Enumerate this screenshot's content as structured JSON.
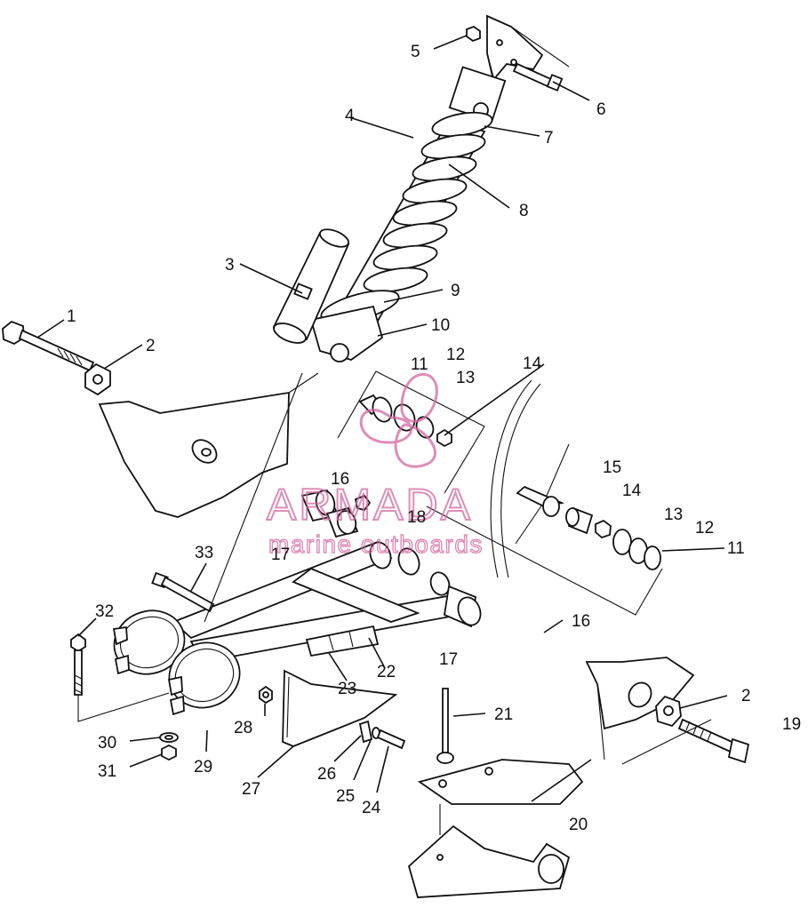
{
  "watermark": {
    "brand": "ARMADA",
    "tagline": "marine outboards",
    "color": "#d4679f"
  },
  "callouts": [
    {
      "id": "c1",
      "text": "1"
    },
    {
      "id": "c2a",
      "text": "2"
    },
    {
      "id": "c2b",
      "text": "2"
    },
    {
      "id": "c3",
      "text": "3"
    },
    {
      "id": "c4",
      "text": "4"
    },
    {
      "id": "c5",
      "text": "5"
    },
    {
      "id": "c6",
      "text": "6"
    },
    {
      "id": "c7",
      "text": "7"
    },
    {
      "id": "c8",
      "text": "8"
    },
    {
      "id": "c9",
      "text": "9"
    },
    {
      "id": "c10",
      "text": "10"
    },
    {
      "id": "c11a",
      "text": "11"
    },
    {
      "id": "c11b",
      "text": "11"
    },
    {
      "id": "c12a",
      "text": "12"
    },
    {
      "id": "c12b",
      "text": "12"
    },
    {
      "id": "c13a",
      "text": "13"
    },
    {
      "id": "c13b",
      "text": "13"
    },
    {
      "id": "c14a",
      "text": "14"
    },
    {
      "id": "c14b",
      "text": "14"
    },
    {
      "id": "c15",
      "text": "15"
    },
    {
      "id": "c16a",
      "text": "16"
    },
    {
      "id": "c16b",
      "text": "16"
    },
    {
      "id": "c17a",
      "text": "17"
    },
    {
      "id": "c17b",
      "text": "17"
    },
    {
      "id": "c18",
      "text": "18"
    },
    {
      "id": "c19",
      "text": "19"
    },
    {
      "id": "c20",
      "text": "20"
    },
    {
      "id": "c21",
      "text": "21"
    },
    {
      "id": "c22",
      "text": "22"
    },
    {
      "id": "c23",
      "text": "23"
    },
    {
      "id": "c24",
      "text": "24"
    },
    {
      "id": "c25",
      "text": "25"
    },
    {
      "id": "c26",
      "text": "26"
    },
    {
      "id": "c27",
      "text": "27"
    },
    {
      "id": "c28",
      "text": "28"
    },
    {
      "id": "c29",
      "text": "29"
    },
    {
      "id": "c30",
      "text": "30"
    },
    {
      "id": "c31",
      "text": "31"
    },
    {
      "id": "c32",
      "text": "32"
    },
    {
      "id": "c33",
      "text": "33"
    }
  ]
}
